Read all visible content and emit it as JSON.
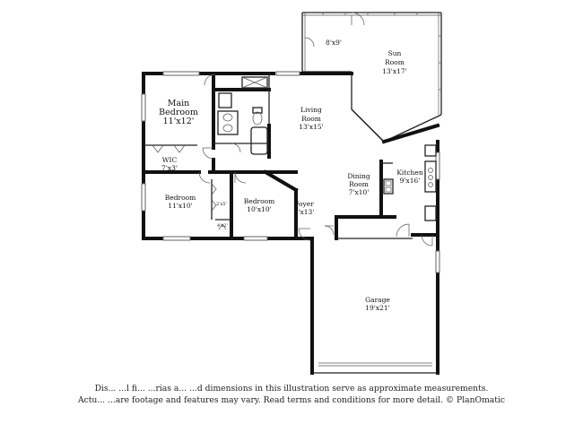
{
  "rooms": {
    "sun_room": {
      "name": "Sun\nRoom",
      "size": "13'x17'"
    },
    "porch": {
      "size": "8'x9'"
    },
    "main_bedroom": {
      "name": "Main\nBedroom",
      "size": "11'x12'"
    },
    "living_room": {
      "name": "Living\nRoom",
      "size": "13'x15'"
    },
    "wic": {
      "name": "WIC",
      "size": "7'x3'"
    },
    "kitchen": {
      "name": "Kitchen",
      "size": "9'x16'"
    },
    "dining_room": {
      "name": "Dining\nRoom",
      "size": "7'x10'"
    },
    "bedroom_2": {
      "name": "Bedroom",
      "size": "11'x10'"
    },
    "bedroom_3": {
      "name": "Bedroom",
      "size": "10'x10'"
    },
    "foyer": {
      "name": "Foyer",
      "size": "7'x13'"
    },
    "closet_a": {
      "size": "2'x5'"
    },
    "closet_b": {
      "size": "4'x2'"
    },
    "garage": {
      "name": "Garage",
      "size": "19'x21'"
    }
  },
  "disclaimer": {
    "line1": "Dis... ...l fi... ...rias a... ...d dimensions in this illustration serve as approximate measurements.",
    "line2": "Actu... ...are footage and features may vary. Read terms and conditions for more detail. © PlanOmatic"
  }
}
